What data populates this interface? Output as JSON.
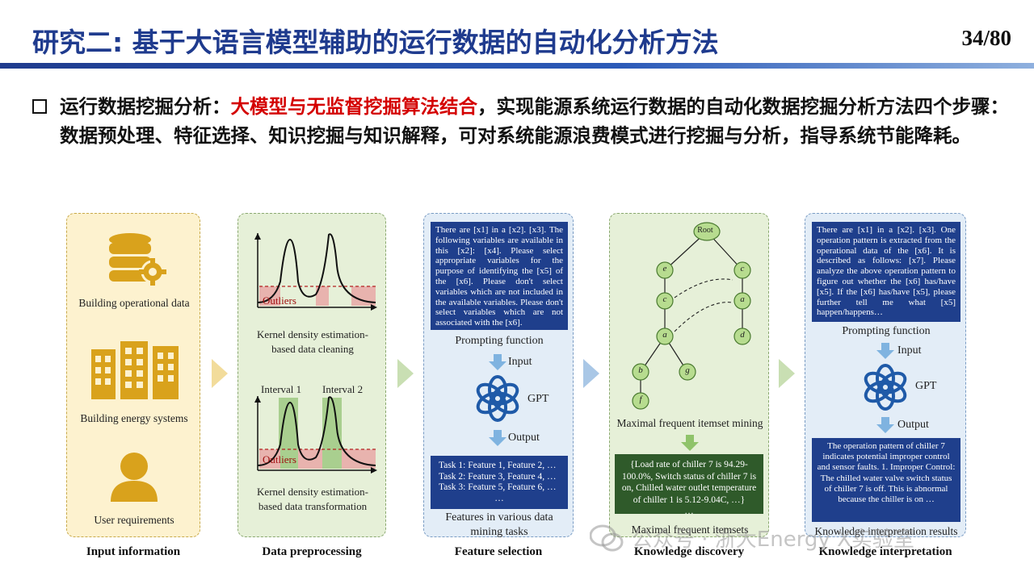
{
  "header": {
    "title": "研究二: 基于大语言模型辅助的运行数据的自动化分析方法",
    "page_number": "34/80"
  },
  "bullet": {
    "lead": "运行数据挖掘分析：",
    "highlight": "大模型与无监督挖掘算法结合",
    "rest": "，实现能源系统运行数据的自动化数据挖掘分析方法四个步骤：数据预处理、特征选择、知识挖掘与知识解释，可对系统能源浪费模式进行挖掘与分析，指导系统节能降耗。"
  },
  "figure": {
    "input": {
      "caption": "Input information",
      "items": [
        "Building operational data",
        "Building energy systems",
        "User requirements"
      ]
    },
    "preprocessing": {
      "caption": "Data preprocessing",
      "outliers_1": "Outliers",
      "desc_1": "Kernel density estimation-based data cleaning",
      "interval_1": "Interval 1",
      "interval_2": "Interval 2",
      "outliers_2": "Outliers",
      "desc_2": "Kernel density estimation-based data transformation"
    },
    "feature": {
      "caption": "Feature selection",
      "prompt_text": "There are [x1] in a [x2]. [x3]. The following variables are available in this [x2]: [x4]. Please select appropriate variables for the purpose of identifying the [x5] of the [x6]. Please don't select variables which are not included in the available variables. Please don't select variables which are not associated with the [x6].",
      "prompting_label": "Prompting function",
      "input_label": "Input",
      "gpt_label": "GPT",
      "output_label": "Output",
      "tasks": [
        "Task 1: Feature 1, Feature 2, …",
        "Task 2: Feature 3, Feature 4, …",
        "Task 3: Feature 5, Feature 6, …",
        "…"
      ],
      "desc": "Features in various data mining tasks"
    },
    "knowledge": {
      "caption": "Knowledge discovery",
      "tree_nodes": [
        "Root",
        "e",
        "c",
        "c",
        "a",
        "a",
        "d",
        "b",
        "g",
        "f"
      ],
      "mining_label": "Maximal frequent itemset mining",
      "itemset_text": "{Load rate of chiller 7 is 94.29-100.0%, Switch status of chiller 7 is on, Chilled water outlet temperature of chiller 1 is 5.12-9.04C, …}",
      "itemset_more": "…",
      "desc": "Maximal frequent itemsets"
    },
    "interpretation": {
      "caption": "Knowledge interpretation",
      "prompt_text": "There are [x1] in a [x2]. [x3]. One operation pattern is extracted from the operational data of the [x6]. It is described as follows: [x7]. Please analyze the above operation pattern to figure out whether the [x6] has/have [x5]. If the [x6] has/have [x5], please further tell me what [x5] happen/happens…",
      "prompting_label": "Prompting function",
      "input_label": "Input",
      "gpt_label": "GPT",
      "output_label": "Output",
      "result_text": "The operation pattern of chiller 7 indicates potential improper control and sensor faults. 1. Improper Control: The chilled water valve switch status of chiller 7 is off. This is abnormal because the chiller is on …",
      "desc": "Knowledge interpretation results"
    }
  },
  "watermark": "公众号 · 浙大Energy X实验室",
  "colors": {
    "title_blue": "#1f3b8e",
    "highlight_red": "#d40000",
    "input_panel": "#fdf2cf",
    "icon_gold": "#d9a21c",
    "green_panel": "#e6f0d8",
    "blue_panel": "#e3edf7",
    "prompt_box": "#1f3f8c",
    "itemset_box": "#2f5a2a",
    "outlier_red": "#e8b3ae",
    "interval_green": "#a9cf8f"
  }
}
